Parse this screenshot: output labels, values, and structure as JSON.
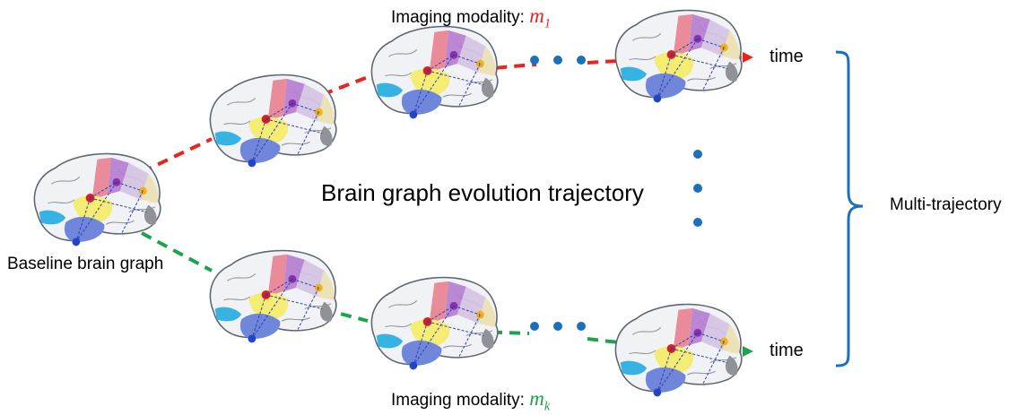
{
  "figure": {
    "top_modality": {
      "prefix": "Imaging modality: ",
      "symbol": "m",
      "subscript": "1",
      "color": "#e8241c"
    },
    "bottom_modality": {
      "prefix": "Imaging modality: ",
      "symbol": "m",
      "subscript": "k",
      "color": "#1fa34a"
    },
    "center_label": "Brain graph evolution trajectory",
    "baseline_label": "Baseline brain graph",
    "time_top": "time",
    "time_bottom": "time",
    "multi_label": "Multi-trajectory"
  },
  "colors": {
    "top_trajectory": "#e8241c",
    "bottom_trajectory": "#1fa34a",
    "dots": "#1a6fbf",
    "brace": "#1a6fbf"
  },
  "icons": [
    "brain-graph-icon"
  ]
}
